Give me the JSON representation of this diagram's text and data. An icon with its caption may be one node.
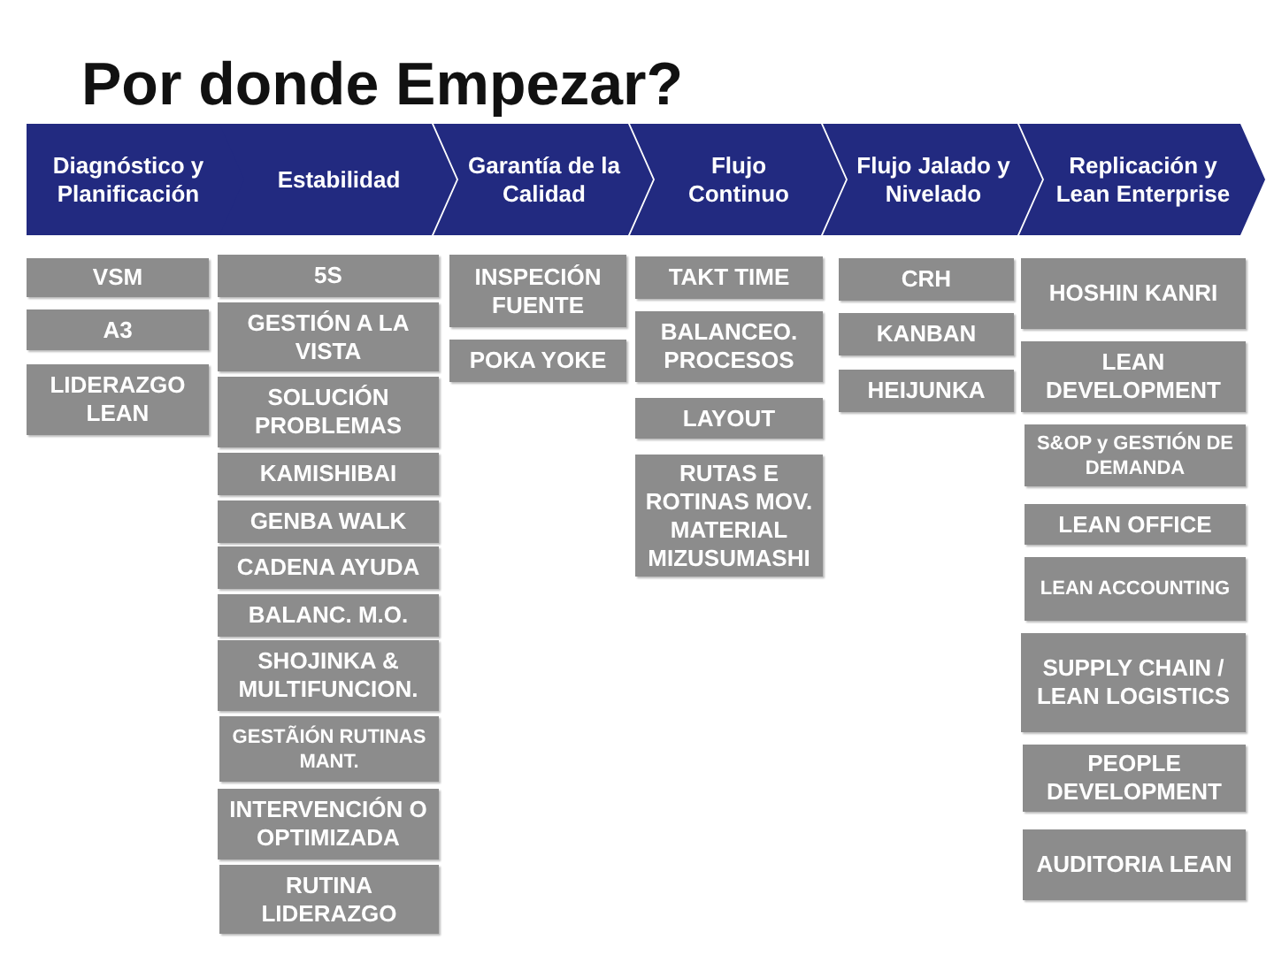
{
  "diagram": {
    "title": "Por donde Empezar?",
    "nodes": [
      {
        "text": [
          "Diagnóstico y Planificación"
        ]
      },
      {
        "text": [
          "Estabilidad"
        ]
      },
      {
        "text": [
          "Garantía de la Calidad"
        ]
      },
      {
        "text": [
          "Flujo Continuo"
        ]
      },
      {
        "text": [
          "Flujo Jalado y Nivelado"
        ]
      },
      {
        "text": [
          "Replicación y Lean Enterprise"
        ]
      },
      {
        "text": [
          "VSM"
        ]
      },
      {
        "text": [
          "A3"
        ]
      },
      {
        "text": [
          "LIDERAZGO LEAN"
        ]
      },
      {
        "text": [
          "5S"
        ]
      },
      {
        "text": [
          "GESTIÓN A LA VISTA"
        ]
      },
      {
        "text": [
          "SOLUCIÓN PROBLEMAS"
        ]
      },
      {
        "text": [
          "KAMISHIBAI"
        ]
      },
      {
        "text": [
          "GENBA WALK"
        ]
      },
      {
        "text": [
          "CADENA AYUDA"
        ]
      },
      {
        "text": [
          "BALANC. M.O."
        ]
      },
      {
        "text": [
          "SHOJINKA & MULTIFUNCION."
        ]
      },
      {
        "text": [
          "GESTÃIÓN RUTINAS MANT."
        ]
      },
      {
        "text": [
          "INTERVENCIÓN O OPTIMIZADA"
        ]
      },
      {
        "text": [
          "RUTINA LIDERAZGO"
        ]
      },
      {
        "text": [
          "INSPECIÓN FUENTE"
        ]
      },
      {
        "text": [
          "POKA YOKE"
        ]
      },
      {
        "text": [
          "TAKT TIME"
        ]
      },
      {
        "text": [
          "BALANCEO. PROCESOS"
        ]
      },
      {
        "text": [
          "LAYOUT"
        ]
      },
      {
        "text": [
          "RUTAS E ROTINAS MOV. MATERIAL MIZUSUMASHI"
        ]
      },
      {
        "text": [
          "CRH"
        ]
      },
      {
        "text": [
          "KANBAN"
        ]
      },
      {
        "text": [
          "HEIJUNKA"
        ]
      },
      {
        "text": [
          "HOSHIN KANRI"
        ]
      },
      {
        "text": [
          "LEAN DEVELOPMENT"
        ]
      },
      {
        "text": [
          "S&OP y GESTIÓN DE DEMANDA"
        ]
      },
      {
        "text": [
          "LEAN OFFICE"
        ]
      },
      {
        "text": [
          "LEAN ACCOUNTING"
        ]
      },
      {
        "text": [
          "SUPPLY CHAIN / LEAN LOGISTICS"
        ]
      },
      {
        "text": [
          "PEOPLE DEVELOPMENT"
        ]
      },
      {
        "text": [
          "AUDITORIA LEAN"
        ]
      }
    ],
    "edges": []
  }
}
